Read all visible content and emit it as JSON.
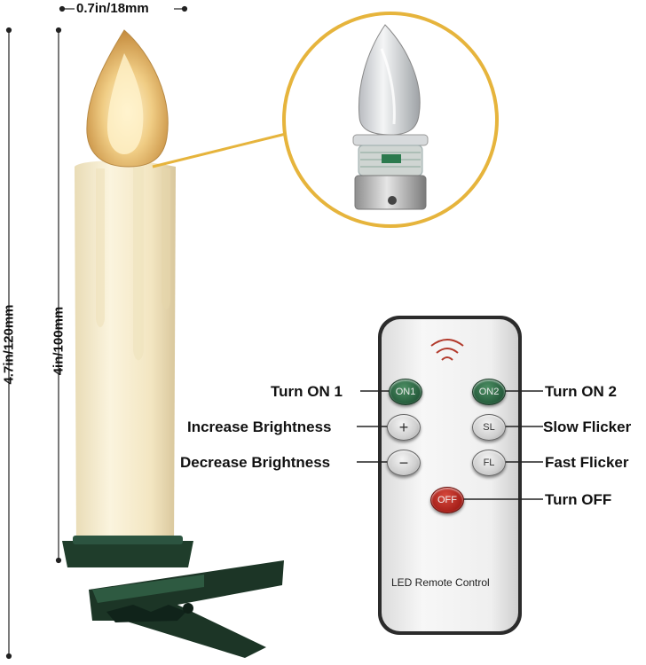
{
  "dimensions": {
    "width_label": "0.7in/18mm",
    "total_height_label": "4.7in/120mm",
    "body_height_label": "4in/100mm"
  },
  "remote": {
    "footer": "LED Remote Control",
    "buttons": {
      "on1": "ON1",
      "on2": "ON2",
      "plus": "+",
      "minus": "−",
      "sl": "SL",
      "fl": "FL",
      "off": "OFF"
    }
  },
  "callouts": {
    "turn_on_1": "Turn ON 1",
    "turn_on_2": "Turn ON 2",
    "increase_brightness": "Increase Brightness",
    "slow_flicker": "Slow Flicker",
    "decrease_brightness": "Decrease Brightness",
    "fast_flicker": "Fast Flicker",
    "turn_off": "Turn OFF"
  },
  "colors": {
    "candle": "#f5ebce",
    "flame": "#e8c37a",
    "zoom_ring": "#e6b43c",
    "clip": "#1f3d2b",
    "remote_body": "#eeeeee"
  }
}
